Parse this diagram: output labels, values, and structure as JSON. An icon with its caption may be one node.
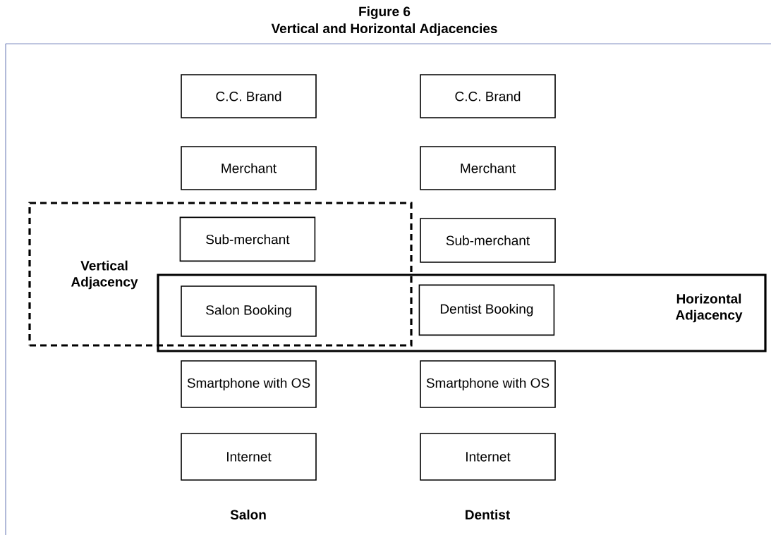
{
  "diagram": {
    "title": "Vertical and Horizontal Adjacencies",
    "nodes": [
      {
        "text": [
          "C.C. Brand"
        ]
      },
      {
        "text": [
          "C.C. Brand"
        ]
      },
      {
        "text": [
          "Merchant"
        ]
      },
      {
        "text": [
          "Merchant"
        ]
      },
      {
        "text": [
          "Vertical Adjacency"
        ]
      },
      {
        "text": [
          "Sub-merchant"
        ],
        "in": 4
      },
      {
        "text": [
          "Sub-merchant"
        ]
      },
      {
        "text": [
          "Horizontal Adjacency"
        ]
      },
      {
        "text": [
          "Salon Booking"
        ]
      },
      {
        "text": [
          "Dentist Booking"
        ],
        "in": 7
      },
      {
        "text": [
          "Smartphone with OS"
        ]
      },
      {
        "text": [
          "Smartphone with OS"
        ]
      },
      {
        "text": [
          "Internet"
        ]
      },
      {
        "text": [
          "Internet"
        ]
      }
    ],
    "labels": [
      "Figure 6",
      "Salon",
      "Dentist"
    ]
  }
}
